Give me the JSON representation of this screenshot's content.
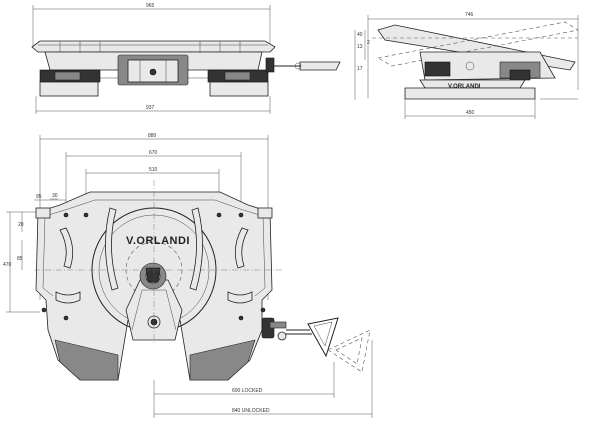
{
  "brand": {
    "logo_main": "V.ORLANDI",
    "logo_side": "V.ORLANDI"
  },
  "dimensions": {
    "top_overall_width": "965",
    "top_base_width": "937",
    "side_overall_length": "746",
    "side_base_length": "450",
    "side_left_a": "40",
    "side_left_b": "13",
    "side_left_c": "17",
    "side_left_d": "2",
    "plan_width_outer": "880",
    "plan_width_mid": "670",
    "plan_width_inner": "510",
    "plan_hole_offset": "95",
    "plan_hole_spacing": "30",
    "plan_left_small": "20",
    "plan_left_height": "470",
    "plan_left_center": "85",
    "locked_label": "600 LOCKED",
    "unlocked_label": "840 UNLOCKED"
  },
  "colors": {
    "line": "#222222",
    "background": "#ffffff"
  }
}
